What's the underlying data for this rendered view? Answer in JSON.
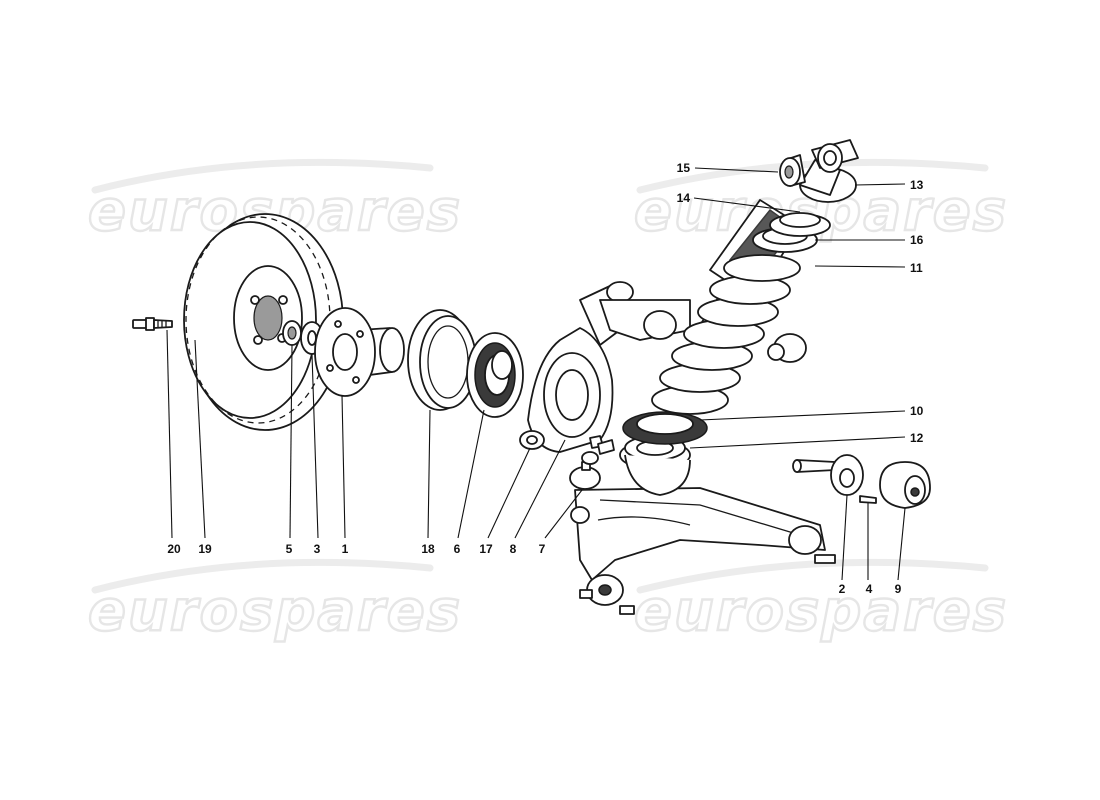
{
  "watermark": {
    "text": "eurospares"
  },
  "callouts": [
    {
      "id": "1",
      "label": "1"
    },
    {
      "id": "2",
      "label": "2"
    },
    {
      "id": "3",
      "label": "3"
    },
    {
      "id": "4",
      "label": "4"
    },
    {
      "id": "5",
      "label": "5"
    },
    {
      "id": "6",
      "label": "6"
    },
    {
      "id": "7",
      "label": "7"
    },
    {
      "id": "8",
      "label": "8"
    },
    {
      "id": "9",
      "label": "9"
    },
    {
      "id": "10",
      "label": "10"
    },
    {
      "id": "11",
      "label": "11"
    },
    {
      "id": "12",
      "label": "12"
    },
    {
      "id": "13",
      "label": "13"
    },
    {
      "id": "14",
      "label": "14"
    },
    {
      "id": "15",
      "label": "15"
    },
    {
      "id": "16",
      "label": "16"
    },
    {
      "id": "17",
      "label": "17"
    },
    {
      "id": "18",
      "label": "18"
    },
    {
      "id": "19",
      "label": "19"
    },
    {
      "id": "20",
      "label": "20"
    }
  ]
}
